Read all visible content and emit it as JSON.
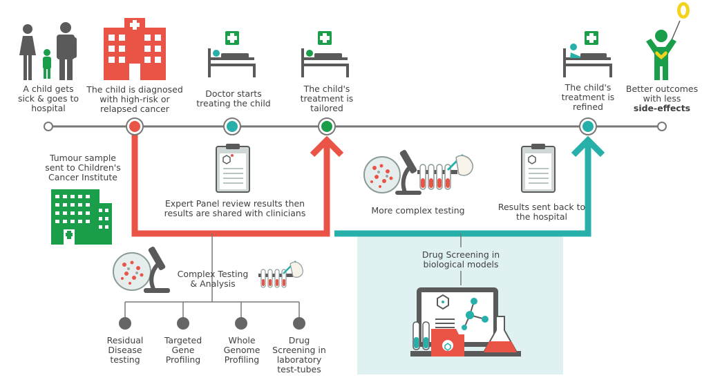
{
  "stages": {
    "sick": "A child gets sick & goes to hospital",
    "diagnosed": "The child is diagnosed with high-risk or relapsed cancer",
    "doctor": "Doctor starts treating the child",
    "tailored": "The child's treatment is tailored",
    "refined": "The child's treatment is refined",
    "outcome_line1": "Better outcomes with less",
    "outcome_line2": "side-effects"
  },
  "labels": {
    "tumour": "Tumour sample sent to Children's Cancer Institute",
    "expert": "Expert Panel review results then results are shared with clinicians",
    "complex_more": "More complex testing",
    "results_back": "Results sent back to the hospital",
    "complex_analysis": "Complex Testing & Analysis",
    "drug_screening_models": "Drug Screening in biological models"
  },
  "branches": [
    "Residual Disease testing",
    "Targeted Gene Profiling",
    "Whole Genome Profiling",
    "Drug Screening in laboratory test-tubes"
  ],
  "colors": {
    "red": "#ea5447",
    "teal": "#27b0aa",
    "green": "#1a9e4a",
    "gray": "#777777",
    "dark": "#5a5a5a",
    "panel": "#dff2f1",
    "yellow": "#f5d21c"
  }
}
